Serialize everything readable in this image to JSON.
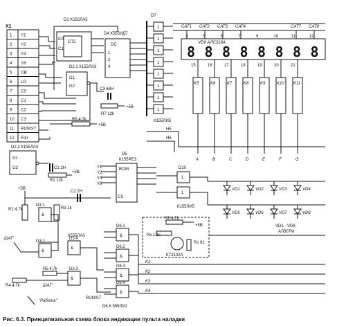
{
  "x1": {
    "title": "X1",
    "pins": [
      {
        "num": "1",
        "signal": "Y1"
      },
      {
        "num": "2",
        "signal": "Y2"
      },
      {
        "num": "3",
        "signal": "Y4"
      },
      {
        "num": "4",
        "signal": "Y8"
      },
      {
        "num": "5",
        "signal": "OB"
      },
      {
        "num": "6",
        "signal": "LD"
      },
      {
        "num": "7",
        "signal": "C0"
      },
      {
        "num": "8",
        "signal": "C1"
      },
      {
        "num": "9",
        "signal": "C2"
      },
      {
        "num": "10",
        "signal": "C3"
      },
      {
        "num": "11",
        "signal": "RUN/ST"
      },
      {
        "num": "12",
        "signal": "Fon"
      }
    ]
  },
  "chips": {
    "d1": "D1 K155ЛА5",
    "d4": "D4 К555ИД7",
    "d7": "D7",
    "d7_type": "К155ЛИ5",
    "d2_1": "D2.1 К155ЛА3",
    "d2_2": "D2.2 К155ЛА3",
    "d5": "D5",
    "d5_type": "К155РЕ3",
    "d10": "D10",
    "d10_type": "К155ЛИ5",
    "d3_1": "D3.1",
    "d3_2": "D3.2",
    "d3_3": "D3.3",
    "d3_4": "D3.4",
    "d3_type": "К555ЛА3",
    "d6": "D6 К 555ЛИ2",
    "d6_1": "D6.1",
    "d6_2": "D6.2",
    "d6_3": "D6.3",
    "d6_4": "D6.4",
    "d9": "VD9 АЛС318А"
  },
  "display": {
    "digits": [
      "8",
      "8",
      "8",
      "8",
      "8",
      "8",
      "8",
      "8"
    ],
    "cathodes": [
      "CAT1",
      "CAT2",
      "CAT3",
      "CAT4",
      "CAT7",
      "CAT8"
    ],
    "pins": [
      "3",
      "5",
      "6",
      "7",
      "9",
      "10",
      "11",
      "12"
    ],
    "segment_pins": [
      "15",
      "16",
      "17",
      "18",
      "19",
      "20",
      "21"
    ],
    "segments": [
      "A",
      "B",
      "C",
      "D",
      "E",
      "F",
      "G"
    ],
    "keys": [
      "K5",
      "K6",
      "K7",
      "K8",
      "K9",
      "K10",
      "K11"
    ]
  },
  "components": {
    "r1": "R1 12k",
    "r2": "R2 4,7k",
    "r3": "R3 1k",
    "r4": "R4 4,7k",
    "r5": "R5 4,7k",
    "r6": "R6 4,7k",
    "r7": "R7 12k",
    "c1": "C1 2Н",
    "c2": "C2 2Н",
    "c3": "C3 68Н",
    "r8": "R8 4,7k",
    "rk": "Rк 1,1k",
    "rc": "Rс 91",
    "transistor": "КТ3102А",
    "leds": [
      "VD1",
      "VD2",
      "VD3",
      "VD4",
      "VD5",
      "VD6",
      "VD7",
      "VD8"
    ],
    "led_type_1": "VD1 - VD8",
    "led_type_2": "АЛ307М",
    "keys_lower": [
      "K1",
      "K2",
      "K3",
      "K4"
    ]
  },
  "labels": {
    "plus5": "+5B",
    "step1": "ШАГ'",
    "step2": "ШАГ'",
    "work": "\"Работа\"",
    "run_st": "RUN/ST",
    "h5": "H5",
    "h6": "H6"
  },
  "caption": "Рис. 6.3. Принципиальная схема блока индикации пульта наладки"
}
